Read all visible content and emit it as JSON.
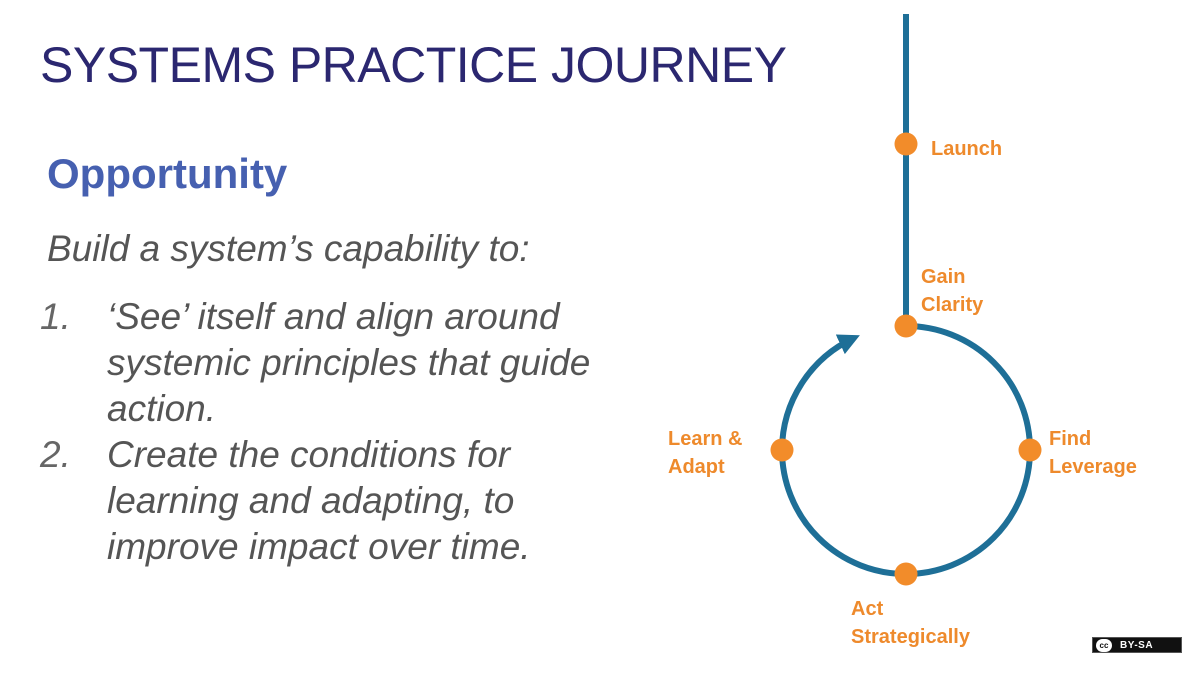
{
  "slide": {
    "title": "SYSTEMS PRACTICE JOURNEY",
    "subtitle": "Opportunity",
    "intro": "Build a system’s capability to:",
    "list": [
      {
        "num": "1.",
        "text": "‘See’ itself and align around systemic principles that guide action."
      },
      {
        "num": "2.",
        "text": "Create the conditions for learning and adapting, to improve impact over time."
      }
    ]
  },
  "diagram": {
    "colors": {
      "track": "#1e6f97",
      "node": "#f28c2a",
      "label": "#ee8a2c"
    },
    "nodes": {
      "launch": {
        "lines": [
          "Launch"
        ]
      },
      "gain_clarity": {
        "lines": [
          "Gain",
          "Clarity"
        ]
      },
      "find_leverage": {
        "lines": [
          "Find",
          "Leverage"
        ]
      },
      "act_strategically": {
        "lines": [
          "Act",
          "Strategically"
        ]
      },
      "learn_adapt": {
        "lines": [
          "Learn &",
          "Adapt"
        ]
      }
    }
  },
  "license": {
    "logo": "cc",
    "text": "BY-SA"
  }
}
